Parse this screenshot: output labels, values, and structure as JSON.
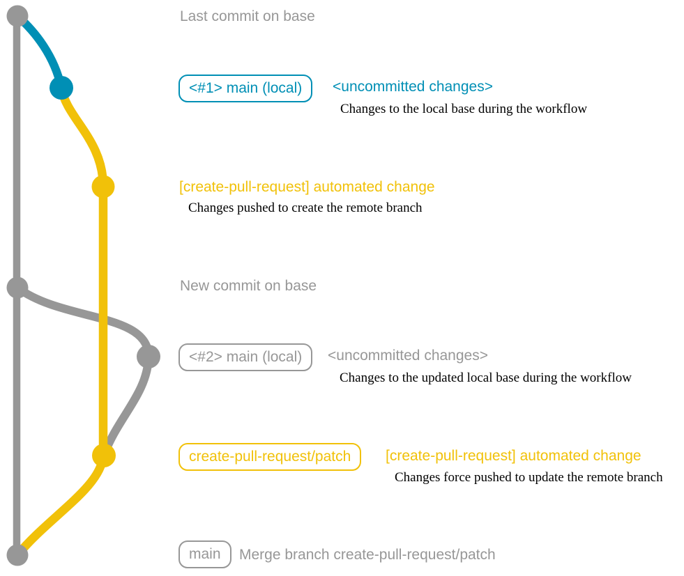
{
  "colors": {
    "gray": "#979797",
    "blue": "#008fb5",
    "yellow": "#f1c109",
    "ink": "#000000",
    "background": "#ffffff"
  },
  "annotations": {
    "last_commit_label": "Last commit on base",
    "new_commit_label": "New commit on base"
  },
  "rows": {
    "local1": {
      "badge": "<#1> main (local)",
      "message": "<uncommitted changes>",
      "description": "Changes to the local base during the workflow"
    },
    "push1": {
      "message": "[create-pull-request] automated change",
      "description": "Changes pushed to create the remote branch"
    },
    "local2": {
      "badge": "<#2> main (local)",
      "message": "<uncommitted changes>",
      "description": "Changes to the updated local base during the workflow"
    },
    "push2": {
      "badge": "create-pull-request/patch",
      "message": "[create-pull-request] automated change",
      "description": "Changes force pushed to update the remote branch"
    },
    "merge": {
      "badge": "main",
      "message": "Merge branch create-pull-request/patch"
    }
  },
  "graph": {
    "type": "git-commit-graph",
    "branches": [
      {
        "id": "base",
        "color": "#979797"
      },
      {
        "id": "main-local",
        "color": "#008fb5"
      },
      {
        "id": "create-pull-request/patch",
        "color": "#f1c109"
      }
    ],
    "commits": [
      {
        "row": "last_commit_label",
        "branch": "base"
      },
      {
        "row": "local1",
        "branch": "main-local"
      },
      {
        "row": "push1",
        "branch": "create-pull-request/patch"
      },
      {
        "row": "new_commit_label",
        "branch": "base"
      },
      {
        "row": "local2",
        "branch": "main-local"
      },
      {
        "row": "push2",
        "branch": "create-pull-request/patch"
      },
      {
        "row": "merge",
        "branch": "base"
      }
    ]
  }
}
